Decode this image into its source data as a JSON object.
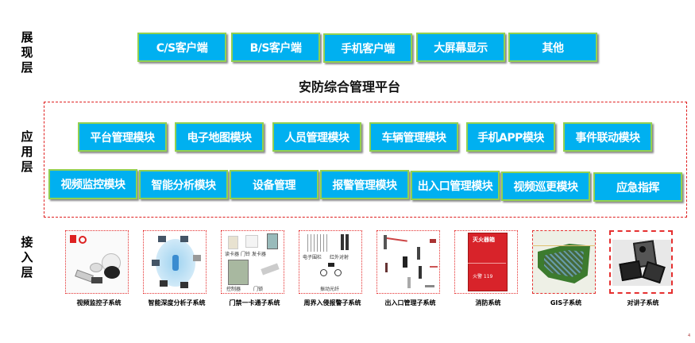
{
  "layers": {
    "presentation": {
      "label": "展现层",
      "chars": [
        "展",
        "现",
        "层"
      ]
    },
    "application": {
      "label": "应用层",
      "chars": [
        "应",
        "用",
        "层"
      ]
    },
    "access": {
      "label": "接入层",
      "chars": [
        "接",
        "入",
        "层"
      ]
    }
  },
  "presentation_buttons": [
    "C/S客户端",
    "B/S客户端",
    "手机客户端",
    "大屏幕显示",
    "其他"
  ],
  "platform_title": "安防综合管理平台",
  "app_row1": [
    "平台管理模块",
    "电子地图模块",
    "人员管理模块",
    "车辆管理模块",
    "手机APP模块",
    "事件联动模块"
  ],
  "app_row2": [
    "视频监控模块",
    "智能分析模块",
    "设备管理",
    "报警管理模块",
    "出入口管理模块",
    "视频巡更模块",
    "应急指挥"
  ],
  "subsystems": [
    {
      "caption": "视频监控子系统"
    },
    {
      "caption": "智能深度分析子系统"
    },
    {
      "caption": "门禁一卡通子系统",
      "image_labels": [
        "读卡器",
        "门铃",
        "发卡器",
        "控制器",
        "门锁"
      ]
    },
    {
      "caption": "周界入侵报警子系统",
      "image_labels": [
        "电子围栏",
        "红外对射",
        "振动光纤"
      ]
    },
    {
      "caption": "出入口管理子系统"
    },
    {
      "caption": "消防系统",
      "image_labels": [
        "灭火器箱",
        "火警 119"
      ]
    },
    {
      "caption": "GIS子系统"
    },
    {
      "caption": "对讲子系统"
    }
  ],
  "colors": {
    "button_fill": "#00B0F0",
    "button_border": "#92D050",
    "dashed_border": "#E02020"
  },
  "page_number": "4"
}
